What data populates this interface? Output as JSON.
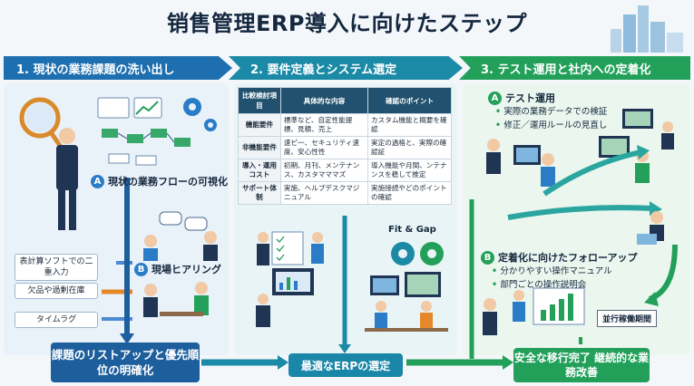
{
  "title": "销售管理ERP導入に向けたステップ",
  "steps": [
    {
      "banner": "1. 現状の業務課題の洗い出し",
      "a_marker": "A",
      "a_label": "現状の業務フローの可視化",
      "b_marker": "B",
      "b_label": "現場ヒアリング",
      "issues": [
        "表計算ソフトでの二重入力",
        "欠品や過剰在庫",
        "タイムラグ"
      ],
      "outcome": "課題のリストアップと優先順位の明確化"
    },
    {
      "banner": "2. 要件定義とシステム選定",
      "table_headers": [
        "比較検討項目",
        "具体的な内容",
        "確認のポイント"
      ],
      "table_rows": [
        [
          "機能要件",
          "標準など、自定性能提標、見積、売上",
          "カスタム機能と概要を確認"
        ],
        [
          "非機能要件",
          "速ピ一、セキュリティ速度、安心性性",
          "実定の過格と、実際の確認証"
        ],
        [
          "導入・運用コスト",
          "初期、月刊、メンテナンス、カスタマママズ",
          "導入機能や月間、ンテナンスを稳して推定"
        ],
        [
          "サポート体制",
          "実施、ヘルプデスクマジニュアル",
          "実施接続やどのポイントの確認"
        ]
      ],
      "fit_gap": "Fit & Gap",
      "outcome": "最適なERPの選定"
    },
    {
      "banner": "3. テスト運用と社内への定着化",
      "a_marker": "A",
      "a_label": "テスト運用",
      "a_items": [
        "実際の業務データでの検証",
        "修正／運用ルールの見直し"
      ],
      "b_marker": "B",
      "b_label": "定着化に向けたフォローアップ",
      "b_items": [
        "分かりやすい操作マニュアル",
        "部門ごとの操作説明会"
      ],
      "parallel": "並行稼働期間",
      "outcome": "安全な移行完了 継続的な業務改善"
    }
  ],
  "colors": {
    "step1": "#1d6fb0",
    "step2": "#1a8aa6",
    "step3": "#22a05a",
    "navy": "#14273f"
  }
}
